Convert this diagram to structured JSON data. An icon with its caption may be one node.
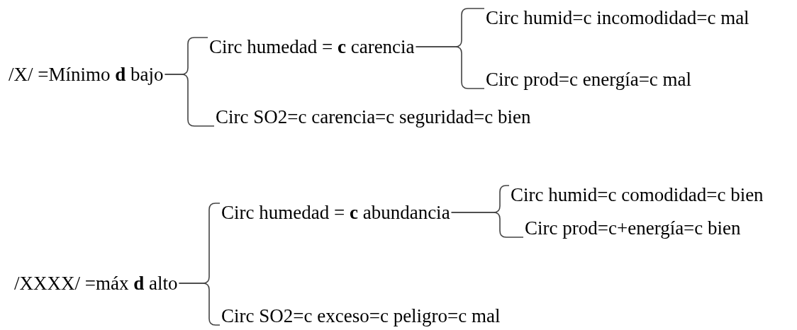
{
  "diagram": {
    "nodes": [
      {
        "text": [
          "/X/ =Mínimo **d** bajo"
        ]
      },
      {
        "text": [
          "Circ humedad = **c** carencia"
        ]
      },
      {
        "text": [
          "Circ humid=c incomodidad=c mal"
        ]
      },
      {
        "text": [
          "Circ prod=c energía=c mal"
        ]
      },
      {
        "text": [
          "Circ SO2=c carencia=c seguridad=c bien"
        ]
      },
      {
        "text": [
          "/XXXX/ =máx **d** alto"
        ]
      },
      {
        "text": [
          "Circ humedad = **c** abundancia"
        ]
      },
      {
        "text": [
          "Circ humid=c comodidad=c bien"
        ]
      },
      {
        "text": [
          "Circ prod=c+energía=c bien"
        ]
      },
      {
        "text": [
          "Circ SO2=c exceso=c peligro=c mal"
        ]
      }
    ],
    "edges": [
      {
        "from": 0,
        "to": 1,
        "arrow": "none"
      },
      {
        "from": 0,
        "to": 4,
        "arrow": "none"
      },
      {
        "from": 1,
        "to": 2,
        "arrow": "none"
      },
      {
        "from": 1,
        "to": 3,
        "arrow": "none"
      },
      {
        "from": 5,
        "to": 6,
        "arrow": "none"
      },
      {
        "from": 5,
        "to": 9,
        "arrow": "none"
      },
      {
        "from": 6,
        "to": 7,
        "arrow": "none"
      },
      {
        "from": 6,
        "to": 8,
        "arrow": "none"
      }
    ]
  }
}
